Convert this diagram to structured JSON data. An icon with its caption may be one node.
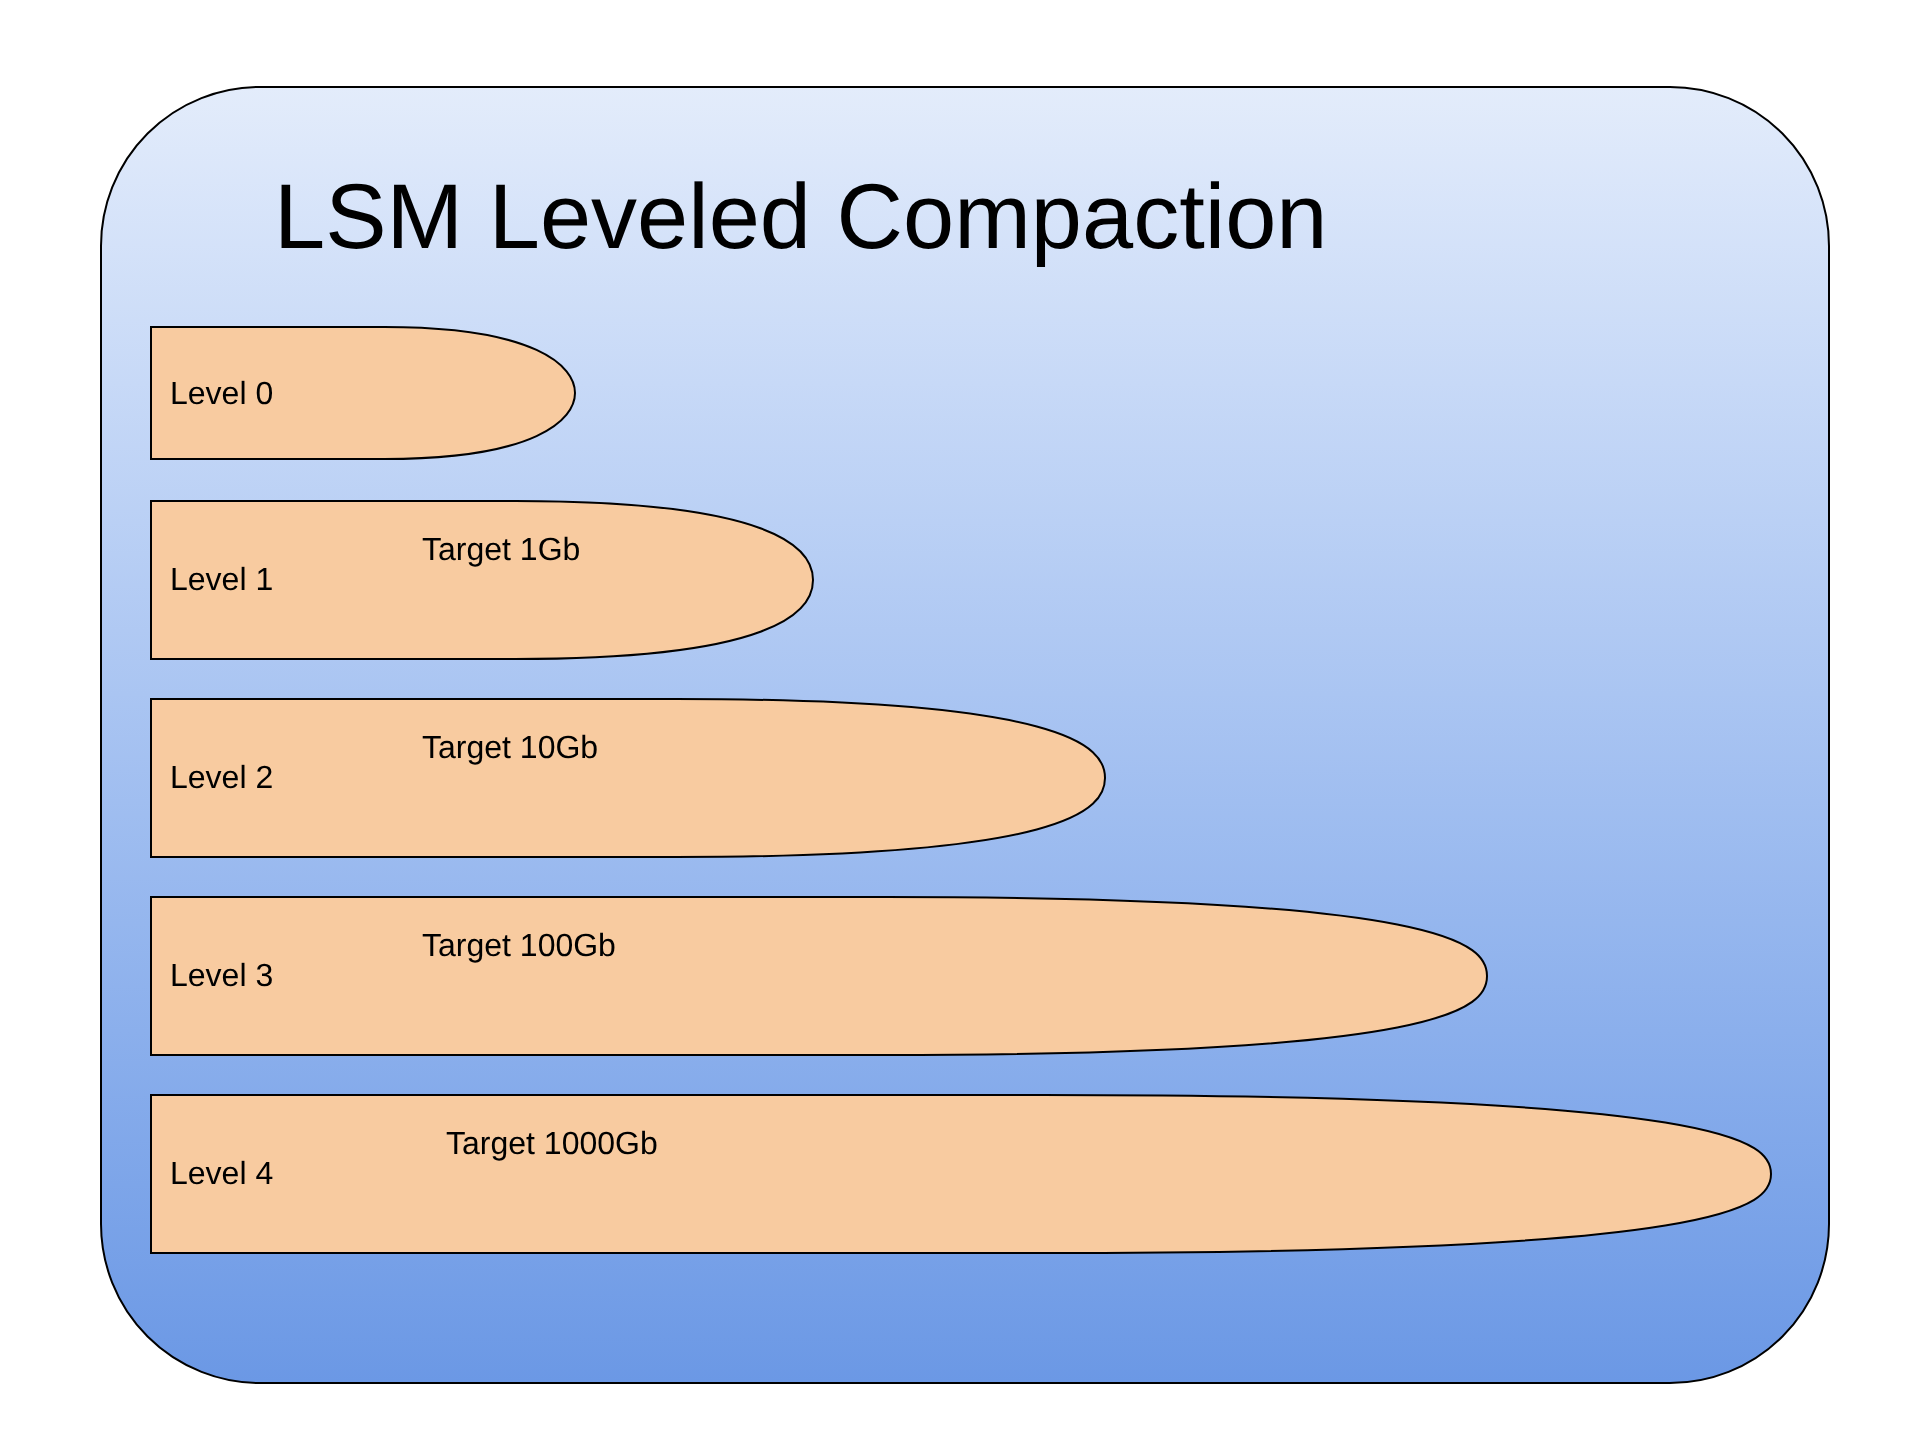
{
  "diagram": {
    "nodes": [
      {
        "text": [
          "LSM Leveled Compaction"
        ]
      },
      {
        "text": [
          "Level 0"
        ],
        "in": 0
      },
      {
        "text": [
          "Level 1",
          "Target 1Gb"
        ],
        "in": 0
      },
      {
        "text": [
          "Level 2",
          "Target 10Gb"
        ],
        "in": 0
      },
      {
        "text": [
          "Level 3",
          "Target 100Gb"
        ],
        "in": 0
      },
      {
        "text": [
          "Level 4",
          "Target 1000Gb"
        ],
        "in": 0
      }
    ]
  }
}
